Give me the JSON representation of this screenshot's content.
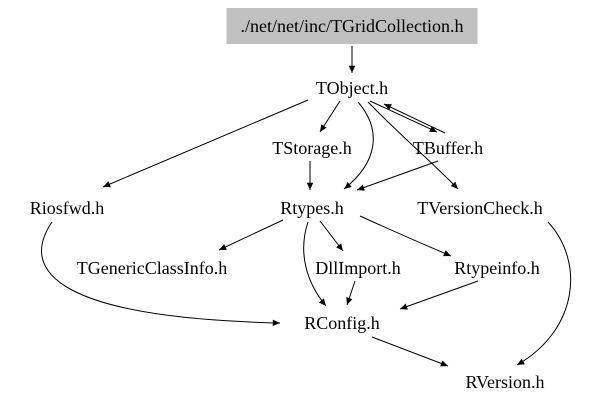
{
  "diagram": {
    "kind": "include-dependency-graph",
    "background_color": "#ffffff",
    "highlight_color": "#c0c0c0",
    "nodes": [
      {
        "id": "root",
        "label": "./net/net/inc/TGridCollection.h",
        "highlighted": true
      },
      {
        "id": "TObject",
        "label": "TObject.h"
      },
      {
        "id": "TStorage",
        "label": "TStorage.h"
      },
      {
        "id": "TBuffer",
        "label": "TBuffer.h"
      },
      {
        "id": "Riosfwd",
        "label": "Riosfwd.h"
      },
      {
        "id": "Rtypes",
        "label": "Rtypes.h"
      },
      {
        "id": "TVersionCheck",
        "label": "TVersionCheck.h"
      },
      {
        "id": "TGenericClassInfo",
        "label": "TGenericClassInfo.h"
      },
      {
        "id": "DllImport",
        "label": "DllImport.h"
      },
      {
        "id": "Rtypeinfo",
        "label": "Rtypeinfo.h"
      },
      {
        "id": "RConfig",
        "label": "RConfig.h"
      },
      {
        "id": "RVersion",
        "label": "RVersion.h"
      }
    ],
    "edges": [
      {
        "from": "./net/net/inc/TGridCollection.h",
        "to": "TObject.h"
      },
      {
        "from": "TObject.h",
        "to": "TStorage.h"
      },
      {
        "from": "TObject.h",
        "to": "TBuffer.h"
      },
      {
        "from": "TBuffer.h",
        "to": "TObject.h"
      },
      {
        "from": "TObject.h",
        "to": "Riosfwd.h"
      },
      {
        "from": "TObject.h",
        "to": "Rtypes.h"
      },
      {
        "from": "TObject.h",
        "to": "TVersionCheck.h"
      },
      {
        "from": "TStorage.h",
        "to": "Rtypes.h"
      },
      {
        "from": "TBuffer.h",
        "to": "Rtypes.h"
      },
      {
        "from": "Rtypes.h",
        "to": "TGenericClassInfo.h"
      },
      {
        "from": "Rtypes.h",
        "to": "DllImport.h"
      },
      {
        "from": "Rtypes.h",
        "to": "Rtypeinfo.h"
      },
      {
        "from": "Rtypes.h",
        "to": "RConfig.h"
      },
      {
        "from": "DllImport.h",
        "to": "RConfig.h"
      },
      {
        "from": "Rtypeinfo.h",
        "to": "RConfig.h"
      },
      {
        "from": "Riosfwd.h",
        "to": "RConfig.h"
      },
      {
        "from": "RConfig.h",
        "to": "RVersion.h"
      },
      {
        "from": "TVersionCheck.h",
        "to": "RVersion.h"
      }
    ]
  }
}
